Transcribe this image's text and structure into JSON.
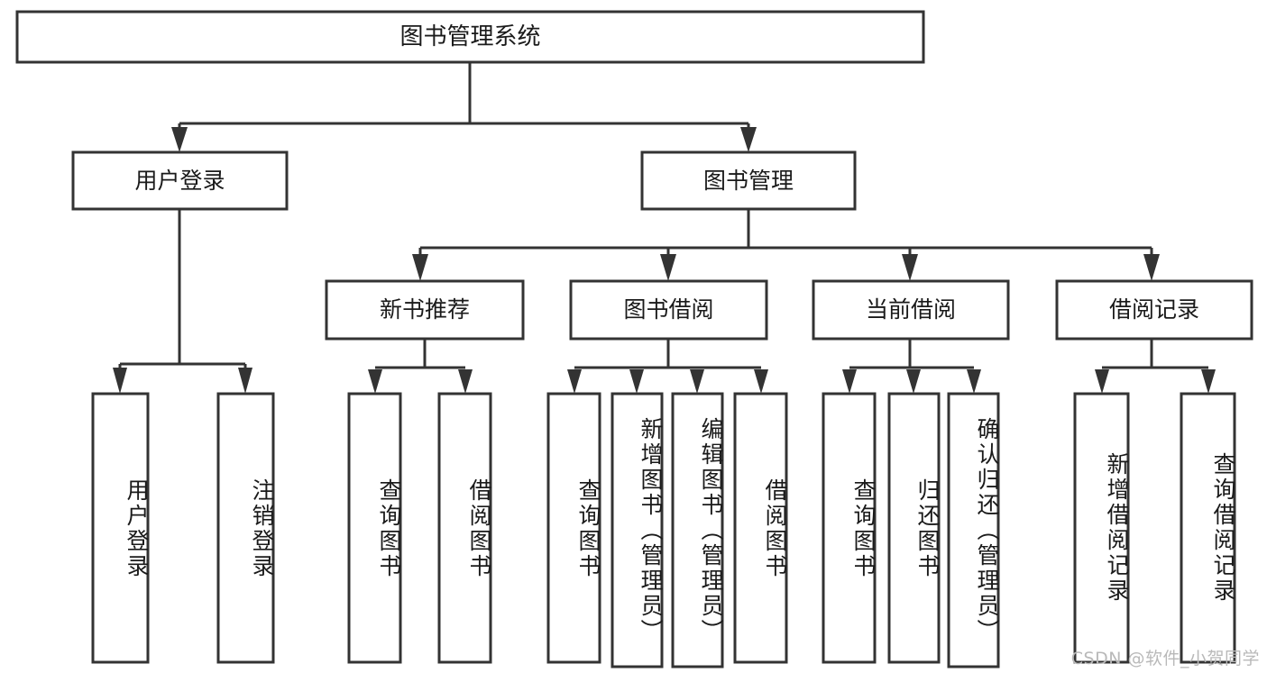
{
  "diagram": {
    "type": "tree-hierarchy",
    "title": "图书管理系统",
    "orientation": "top-down",
    "watermark": "CSDN @软件_小贺同学",
    "colors": {
      "stroke": "#333333",
      "fill": "#ffffff",
      "text": "#1a1a1a",
      "watermark": "#b9b9b9",
      "background": "#ffffff"
    },
    "root": {
      "id": "root",
      "label": "图书管理系统",
      "orientation": "horizontal"
    },
    "level2": [
      {
        "id": "user-login",
        "label": "用户登录",
        "orientation": "horizontal"
      },
      {
        "id": "book-manage",
        "label": "图书管理",
        "orientation": "horizontal"
      }
    ],
    "level3": [
      {
        "id": "new-book-recommend",
        "label": "新书推荐",
        "orientation": "horizontal",
        "parent": "book-manage"
      },
      {
        "id": "book-borrow",
        "label": "图书借阅",
        "orientation": "horizontal",
        "parent": "book-manage"
      },
      {
        "id": "current-borrow",
        "label": "当前借阅",
        "orientation": "horizontal",
        "parent": "book-manage"
      },
      {
        "id": "borrow-record",
        "label": "借阅记录",
        "orientation": "horizontal",
        "parent": "book-manage"
      }
    ],
    "leaves": [
      {
        "id": "leaf-user-login",
        "label": "用户登录",
        "parent": "user-login",
        "orientation": "vertical"
      },
      {
        "id": "leaf-user-logout",
        "label": "注销登录",
        "parent": "user-login",
        "orientation": "vertical"
      },
      {
        "id": "leaf-query-book-1",
        "label": "查询图书",
        "parent": "new-book-recommend",
        "orientation": "vertical"
      },
      {
        "id": "leaf-borrow-book-1",
        "label": "借阅图书",
        "parent": "new-book-recommend",
        "orientation": "vertical"
      },
      {
        "id": "leaf-query-book-2",
        "label": "查询图书",
        "parent": "book-borrow",
        "orientation": "vertical"
      },
      {
        "id": "leaf-add-book",
        "label": "新增图书（管理员）",
        "parent": "book-borrow",
        "orientation": "vertical"
      },
      {
        "id": "leaf-edit-book",
        "label": "编辑图书（管理员）",
        "parent": "book-borrow",
        "orientation": "vertical"
      },
      {
        "id": "leaf-borrow-book-2",
        "label": "借阅图书",
        "parent": "book-borrow",
        "orientation": "vertical"
      },
      {
        "id": "leaf-query-book-3",
        "label": "查询图书",
        "parent": "current-borrow",
        "orientation": "vertical"
      },
      {
        "id": "leaf-return-book",
        "label": "归还图书",
        "parent": "current-borrow",
        "orientation": "vertical"
      },
      {
        "id": "leaf-confirm-return",
        "label": "确认归还（管理员）",
        "parent": "current-borrow",
        "orientation": "vertical"
      },
      {
        "id": "leaf-add-record",
        "label": "新增借阅记录",
        "parent": "borrow-record",
        "orientation": "vertical"
      },
      {
        "id": "leaf-query-record",
        "label": "查询借阅记录",
        "parent": "borrow-record",
        "orientation": "vertical"
      }
    ]
  }
}
